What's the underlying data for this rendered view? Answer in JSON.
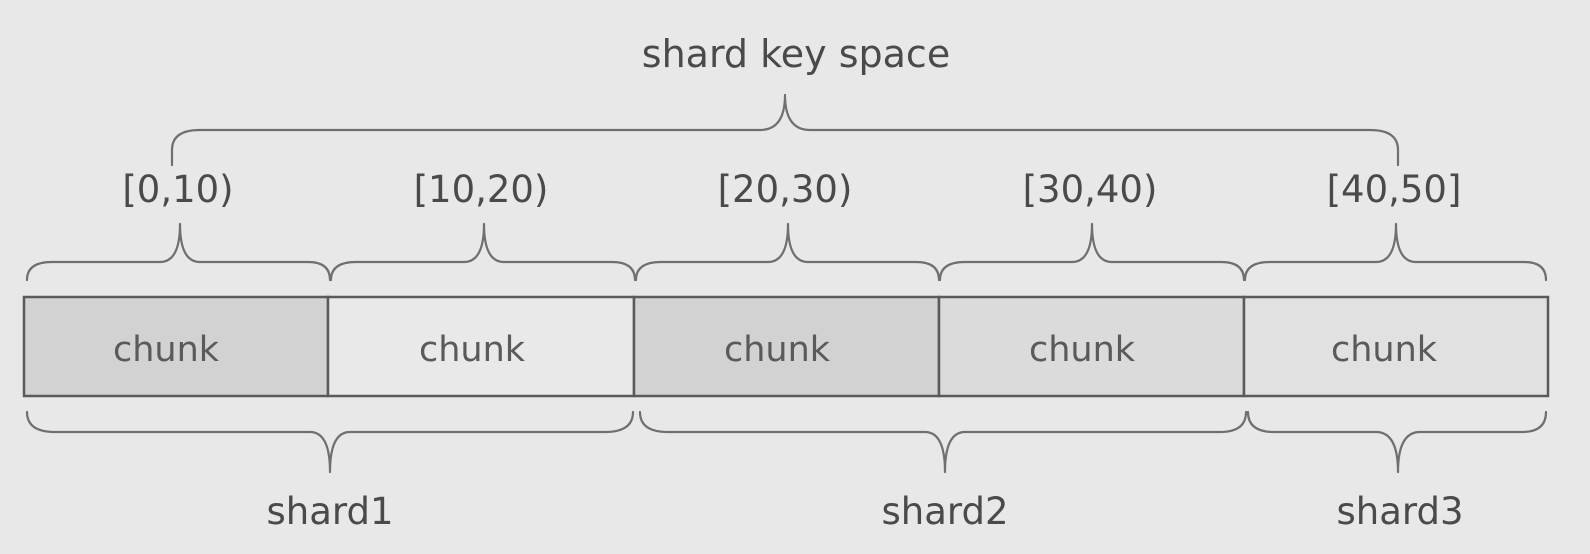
{
  "title": "shard key space",
  "chunks": [
    {
      "range": "[0,10)",
      "label": "chunk",
      "fill": "#d2d2d2"
    },
    {
      "range": "[10,20)",
      "label": "chunk",
      "fill": "#e9e9e9"
    },
    {
      "range": "[20,30)",
      "label": "chunk",
      "fill": "#d2d2d2"
    },
    {
      "range": "[30,40)",
      "label": "chunk",
      "fill": "#dbdbdb"
    },
    {
      "range": "[40,50]",
      "label": "chunk",
      "fill": "#e1e1e1"
    }
  ],
  "shards": [
    {
      "label": "shard1",
      "chunk_count": 2
    },
    {
      "label": "shard2",
      "chunk_count": 2
    },
    {
      "label": "shard3",
      "chunk_count": 1
    }
  ]
}
